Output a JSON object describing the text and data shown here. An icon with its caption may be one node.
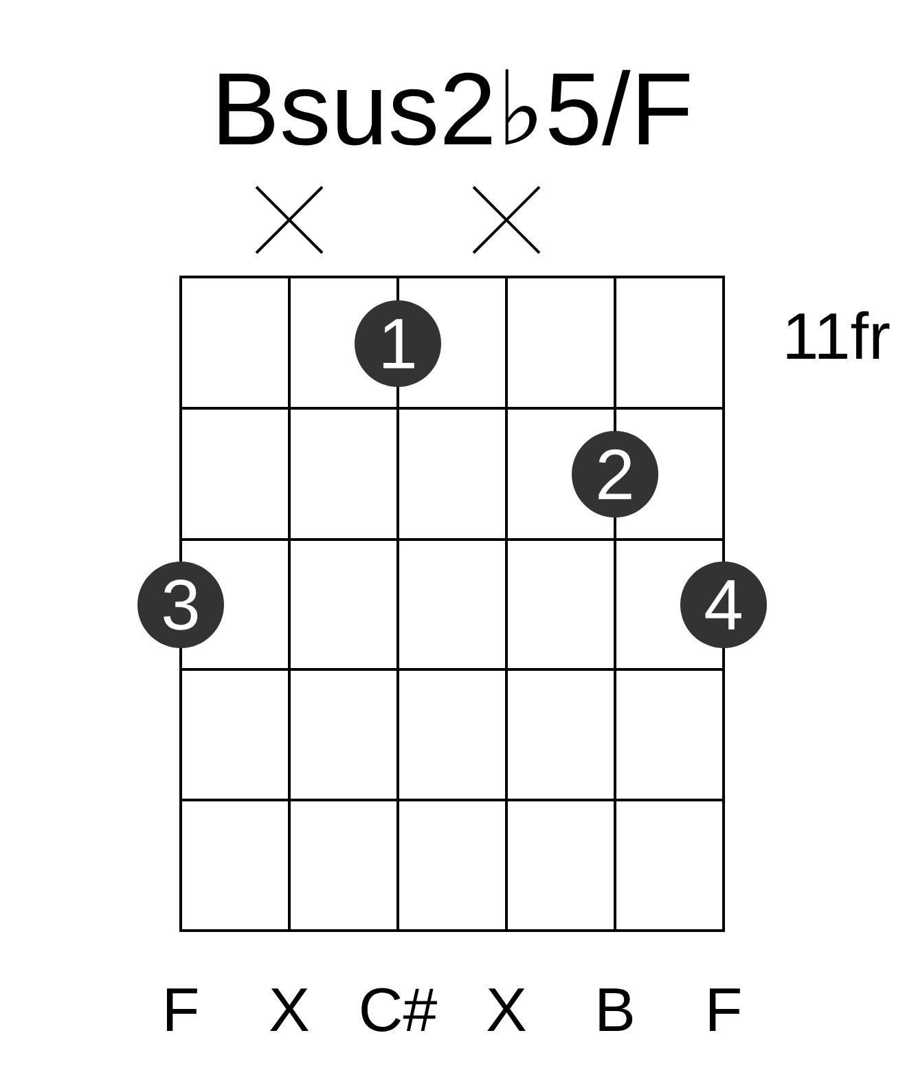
{
  "diagram": {
    "title": "Bsus2♭5/F",
    "nodes": [
      {
        "text": [
          "1"
        ]
      },
      {
        "text": [
          "2"
        ]
      },
      {
        "text": [
          "3"
        ]
      },
      {
        "text": [
          "4"
        ]
      }
    ],
    "labels": [
      "11fr",
      "F",
      "X",
      "C#",
      "X",
      "B",
      "F"
    ]
  }
}
